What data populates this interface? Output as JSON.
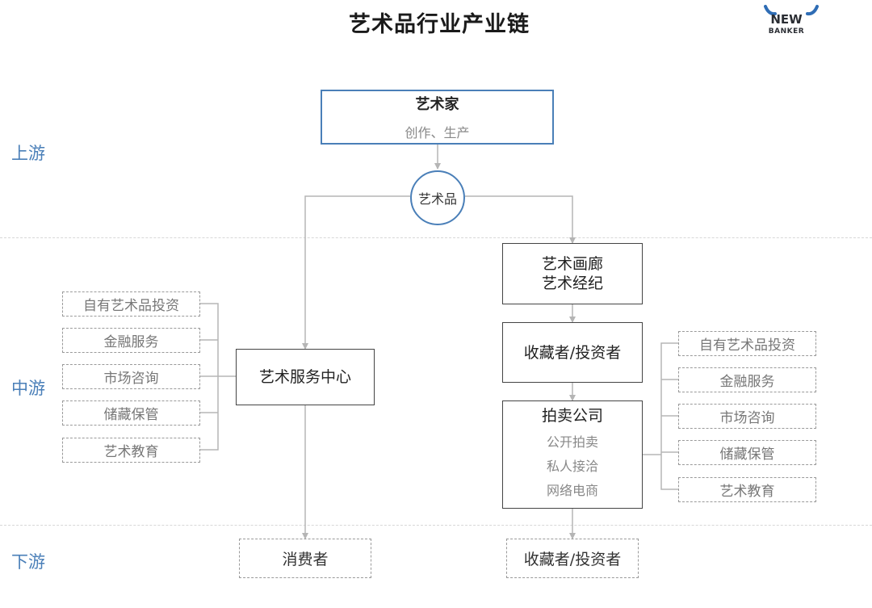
{
  "title": "艺术品行业产业链",
  "logo": {
    "line1": "NEW",
    "line2": "BANKER"
  },
  "stages": {
    "upstream": "上游",
    "midstream": "中游",
    "downstream": "下游"
  },
  "artist": {
    "title": "艺术家",
    "subtitle": "创作、生产"
  },
  "artwork": "艺术品",
  "gallery": {
    "line1": "艺术画廊",
    "line2": "艺术经纪"
  },
  "collectors_mid": "收藏者/投资者",
  "auction": {
    "title": "拍卖公司",
    "items": [
      "公开拍卖",
      "私人接洽",
      "网络电商"
    ]
  },
  "service_center": "艺术服务中心",
  "left_services": [
    "自有艺术品投资",
    "金融服务",
    "市场咨询",
    "储藏保管",
    "艺术教育"
  ],
  "right_services": [
    "自有艺术品投资",
    "金融服务",
    "市场咨询",
    "储藏保管",
    "艺术教育"
  ],
  "consumers": "消费者",
  "collectors_down": "收藏者/投资者"
}
